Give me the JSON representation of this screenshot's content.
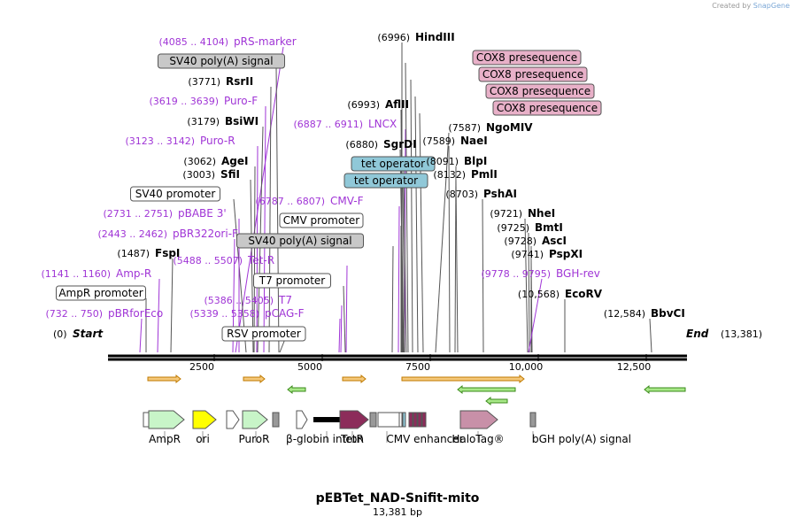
{
  "credit": {
    "prefix": "Created by",
    "brand": "SnapGene"
  },
  "map": {
    "name": "pEBTet_NAD-Snifit-mito",
    "size_label": "13,381 bp",
    "total_bp": 13381,
    "start_label": "Start",
    "start_pos": "(0)",
    "end_label": "End",
    "end_pos": "(13,381)",
    "ticks": [
      "2500",
      "5000",
      "7500",
      "10,000",
      "12,500"
    ]
  },
  "sites": [
    {
      "name": "pRS-marker",
      "pos": "(4085 .. 4104)",
      "kind": "primer"
    },
    {
      "name": "SV40 poly(A) signal",
      "kind": "box-gray"
    },
    {
      "name": "RsrII",
      "pos": "(3771)",
      "kind": "enzyme"
    },
    {
      "name": "Puro-F",
      "pos": "(3619 .. 3639)",
      "kind": "primer"
    },
    {
      "name": "BsiWI",
      "pos": "(3179)",
      "kind": "enzyme"
    },
    {
      "name": "Puro-R",
      "pos": "(3123 .. 3142)",
      "kind": "primer"
    },
    {
      "name": "AgeI",
      "pos": "(3062)",
      "kind": "enzyme"
    },
    {
      "name": "SfiI",
      "pos": "(3003)",
      "kind": "enzyme"
    },
    {
      "name": "SV40 promoter",
      "kind": "box-white"
    },
    {
      "name": "pBABE 3'",
      "pos": "(2731 .. 2751)",
      "kind": "primer"
    },
    {
      "name": "pBR322ori-F",
      "pos": "(2443 .. 2462)",
      "kind": "primer"
    },
    {
      "name": "FspI",
      "pos": "(1487)",
      "kind": "enzyme"
    },
    {
      "name": "Amp-R",
      "pos": "(1141 .. 1160)",
      "kind": "primer"
    },
    {
      "name": "AmpR promoter",
      "kind": "box-white"
    },
    {
      "name": "pBRforEco",
      "pos": "(732 .. 750)",
      "kind": "primer"
    },
    {
      "name": "LNCX",
      "pos": "(6887 .. 6911)",
      "kind": "primer"
    },
    {
      "name": "CMV-F",
      "pos": "(6787 .. 6807)",
      "kind": "primer"
    },
    {
      "name": "CMV promoter",
      "kind": "box-white"
    },
    {
      "name": "SV40 poly(A) signal",
      "kind": "box-gray"
    },
    {
      "name": "Tet-R",
      "pos": "(5488 .. 5507)",
      "kind": "primer"
    },
    {
      "name": "T7 promoter",
      "kind": "box-white"
    },
    {
      "name": "T7",
      "pos": "(5386 .. 5405)",
      "kind": "primer"
    },
    {
      "name": "pCAG-F",
      "pos": "(5339 .. 5358)",
      "kind": "primer"
    },
    {
      "name": "RSV promoter",
      "kind": "box-white"
    },
    {
      "name": "HindIII",
      "pos": "(6996)",
      "kind": "enzyme"
    },
    {
      "name": "COX8 presequence",
      "kind": "box-pink"
    },
    {
      "name": "COX8 presequence",
      "kind": "box-pink"
    },
    {
      "name": "COX8 presequence",
      "kind": "box-pink"
    },
    {
      "name": "COX8 presequence",
      "kind": "box-pink"
    },
    {
      "name": "AflII",
      "pos": "(6993)",
      "kind": "enzyme"
    },
    {
      "name": "NgoMIV",
      "pos": "(7587)",
      "kind": "enzyme"
    },
    {
      "name": "NaeI",
      "pos": "(7589)",
      "kind": "enzyme"
    },
    {
      "name": "SgrDI",
      "pos": "(6880)",
      "kind": "enzyme"
    },
    {
      "name": "tet operator",
      "kind": "box-blue"
    },
    {
      "name": "tet operator",
      "kind": "box-blue"
    },
    {
      "name": "BlpI",
      "pos": "(8091)",
      "kind": "enzyme"
    },
    {
      "name": "PmlI",
      "pos": "(8132)",
      "kind": "enzyme"
    },
    {
      "name": "PshAI",
      "pos": "(8703)",
      "kind": "enzyme"
    },
    {
      "name": "NheI",
      "pos": "(9721)",
      "kind": "enzyme"
    },
    {
      "name": "BmtI",
      "pos": "(9725)",
      "kind": "enzyme"
    },
    {
      "name": "AscI",
      "pos": "(9728)",
      "kind": "enzyme"
    },
    {
      "name": "PspXI",
      "pos": "(9741)",
      "kind": "enzyme"
    },
    {
      "name": "BGH-rev",
      "pos": "(9778 .. 9795)",
      "kind": "primer"
    },
    {
      "name": "EcoRV",
      "pos": "(10,568)",
      "kind": "enzyme"
    },
    {
      "name": "BbvCI",
      "pos": "(12,584)",
      "kind": "enzyme"
    }
  ],
  "features": [
    "AmpR",
    "ori",
    "PuroR",
    "β-globin intron",
    "TetR",
    "CMV enhancer",
    "HaloTag®",
    "bGH poly(A) signal"
  ],
  "colors": {
    "primer": "#a035d6",
    "enzyme": "#000000",
    "box_gray": "#c8c8c8",
    "box_pink": "#e8b0c8",
    "box_blue": "#90c8d8",
    "orf_fill": "#f5c87a",
    "orf_edge": "#c07a00",
    "rev_fill": "#a8e888",
    "rev_edge": "#3a8a1a",
    "ampr": "#c8f5c8",
    "ori": "#ffff00",
    "tetr": "#8c2c5a",
    "halotag": "#c890a8"
  }
}
